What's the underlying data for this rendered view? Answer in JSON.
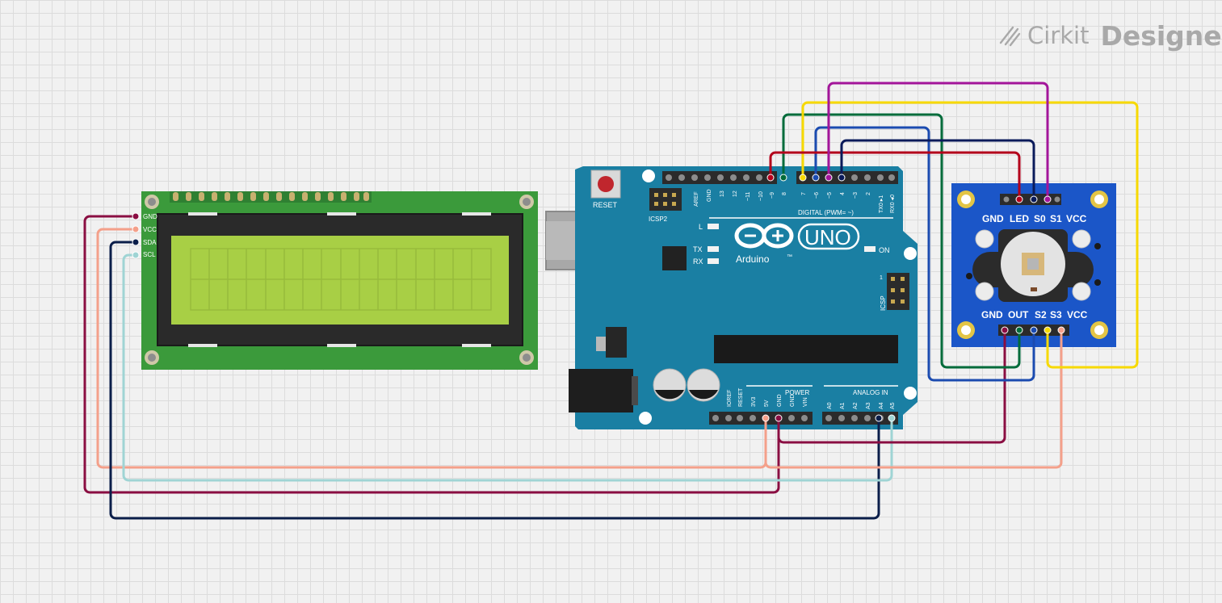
{
  "brand": {
    "name_part1": "Cirkit",
    "name_part2": "Designer",
    "icon": "pencil-lines-icon"
  },
  "lcd": {
    "pins": [
      "GND",
      "VCC",
      "SDA",
      "SCL"
    ],
    "screen_color": "#a8cf45",
    "board_color": "#3b9a3b"
  },
  "arduino": {
    "board_color": "#1a7fa3",
    "reset_label": "RESET",
    "icsp2_label": "ICSP2",
    "icsp_label": "ICSP",
    "icsp_pin1": "1",
    "logo_text": "Arduino",
    "uno_text": "UNO",
    "tm": "™",
    "on_label": "ON",
    "l_label": "L",
    "tx_label": "TX",
    "rx_label": "RX",
    "digital_label": "DIGITAL (PWM= ",
    "digital_symbol": "~",
    "digital_close": ")",
    "power_label": "POWER",
    "analog_label": "ANALOG IN",
    "digital_pins": [
      "AREF",
      "GND",
      "13",
      "12",
      "~11",
      "~10",
      "~9",
      "8",
      "7",
      "~6",
      "~5",
      "4",
      "~3",
      "2",
      "TX0 ▸1",
      "RX0 ◂0"
    ],
    "power_pins": [
      "IOREF",
      "RESET",
      "3V3",
      "5V",
      "GND",
      "GND",
      "VIN"
    ],
    "analog_pins": [
      "A0",
      "A1",
      "A2",
      "A3",
      "A4",
      "A5"
    ]
  },
  "sensor": {
    "board_color": "#1b56c8",
    "top_pins": [
      "GND",
      "LED",
      "S0",
      "S1",
      "VCC"
    ],
    "bottom_pins": [
      "GND",
      "OUT",
      "S2",
      "S3",
      "VCC"
    ]
  },
  "wire_colors": {
    "gnd": "#8a0e42",
    "vcc": "#f4a08a",
    "sda": "#0b1e4a",
    "scl": "#9fd4d4",
    "red": "#b3001b",
    "green": "#006b3a",
    "blue": "#1b4bb0",
    "navy": "#0a1a5a",
    "magenta": "#a3159a",
    "yellow": "#f7d900"
  }
}
